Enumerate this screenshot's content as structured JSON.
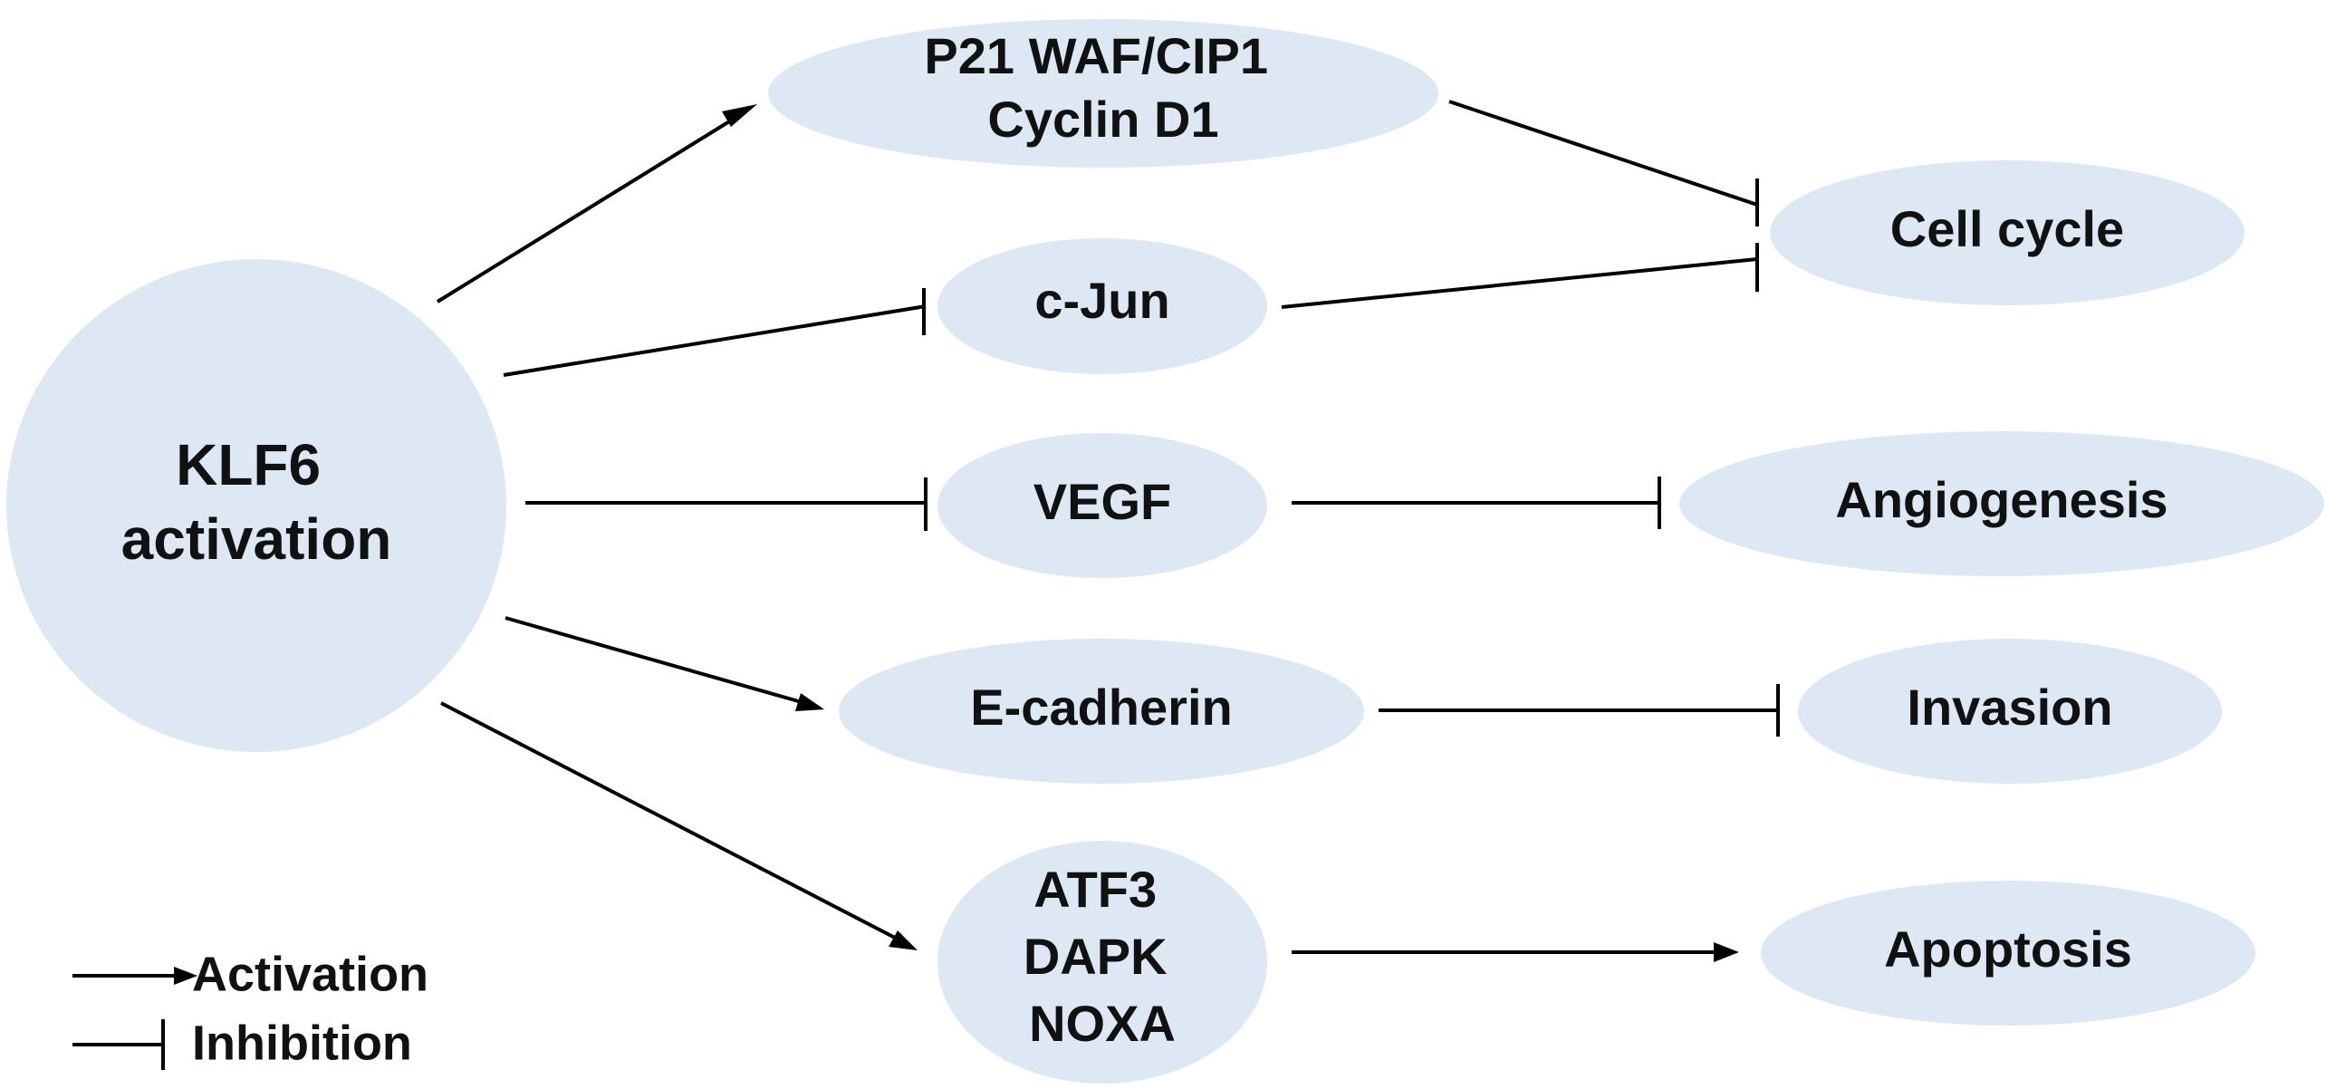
{
  "nodes": {
    "klf6": {
      "lines": [
        "KLF6",
        "activation"
      ]
    },
    "p21": {
      "lines": [
        "P21 WAF/CIP1",
        "Cyclin D1"
      ]
    },
    "cjun": {
      "lines": [
        "c-Jun"
      ]
    },
    "vegf": {
      "lines": [
        "VEGF"
      ]
    },
    "ecad": {
      "lines": [
        "E-cadherin"
      ]
    },
    "atf3": {
      "lines": [
        "ATF3",
        "DAPK",
        "NOXA"
      ]
    },
    "cellcycle": {
      "lines": [
        "Cell cycle"
      ]
    },
    "angio": {
      "lines": [
        "Angiogenesis"
      ]
    },
    "invasion": {
      "lines": [
        "Invasion"
      ]
    },
    "apoptosis": {
      "lines": [
        "Apoptosis"
      ]
    }
  },
  "edges": [
    {
      "from": "klf6",
      "to": "p21",
      "type": "activation"
    },
    {
      "from": "klf6",
      "to": "cjun",
      "type": "inhibition"
    },
    {
      "from": "klf6",
      "to": "vegf",
      "type": "inhibition"
    },
    {
      "from": "klf6",
      "to": "ecad",
      "type": "activation"
    },
    {
      "from": "klf6",
      "to": "atf3",
      "type": "activation"
    },
    {
      "from": "p21",
      "to": "cellcycle",
      "type": "inhibition"
    },
    {
      "from": "cjun",
      "to": "cellcycle",
      "type": "inhibition"
    },
    {
      "from": "vegf",
      "to": "angio",
      "type": "inhibition"
    },
    {
      "from": "ecad",
      "to": "invasion",
      "type": "inhibition"
    },
    {
      "from": "atf3",
      "to": "apoptosis",
      "type": "activation"
    }
  ],
  "legend": {
    "activation_label": "Activation",
    "inhibition_label": "Inhibition"
  },
  "colors": {
    "node_fill": "#dde8f4",
    "line": "#000000",
    "text": "#111111"
  }
}
